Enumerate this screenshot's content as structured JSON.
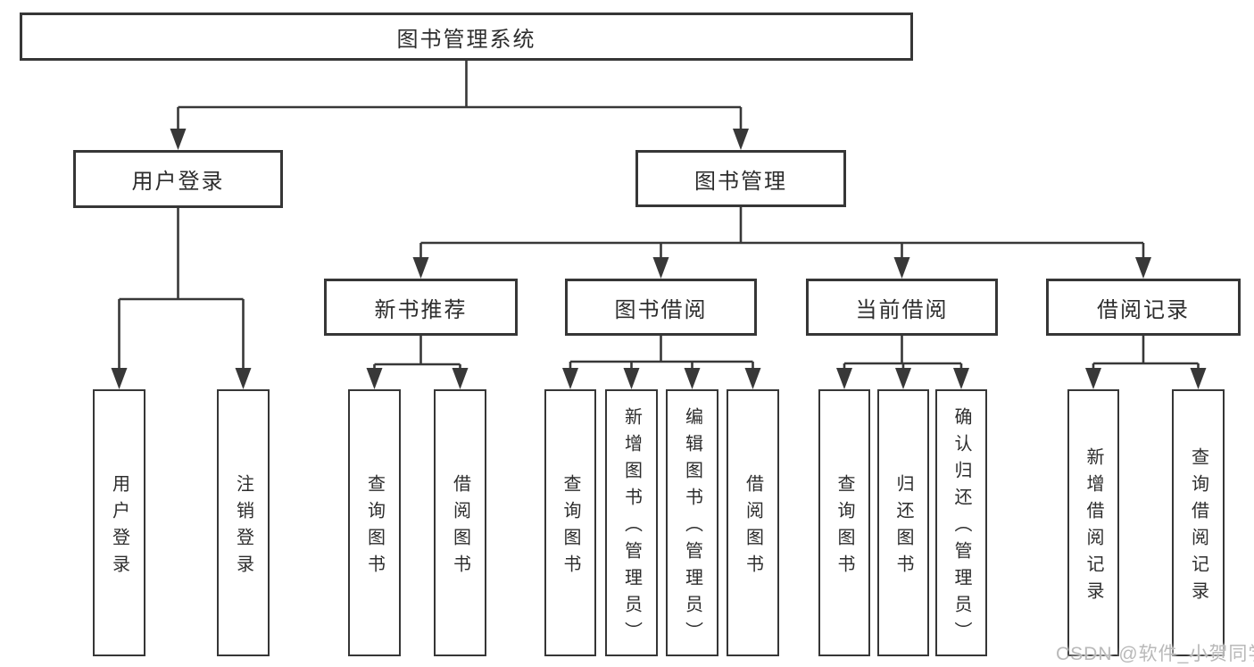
{
  "diagram": {
    "type": "hierarchy-tree",
    "colors": {
      "background": "#ffffff",
      "box_border": "#363636",
      "line": "#383838",
      "text": "#2d2d2d",
      "watermark": "#b9b9b9"
    },
    "tree": {
      "root": {
        "label": "图书管理系统",
        "children": [
          {
            "label": "用户登录",
            "children": [
              {
                "label": "用户登录"
              },
              {
                "label": "注销登录"
              }
            ]
          },
          {
            "label": "图书管理",
            "children": [
              {
                "label": "新书推荐",
                "children": [
                  {
                    "label": "查询图书"
                  },
                  {
                    "label": "借阅图书"
                  }
                ]
              },
              {
                "label": "图书借阅",
                "children": [
                  {
                    "label": "查询图书"
                  },
                  {
                    "label": "新增图书（管理员）"
                  },
                  {
                    "label": "编辑图书（管理员）"
                  },
                  {
                    "label": "借阅图书"
                  }
                ]
              },
              {
                "label": "当前借阅",
                "children": [
                  {
                    "label": "查询图书"
                  },
                  {
                    "label": "归还图书"
                  },
                  {
                    "label": "确认归还（管理员）"
                  }
                ]
              },
              {
                "label": "借阅记录",
                "children": [
                  {
                    "label": "新增借阅记录"
                  },
                  {
                    "label": "查询借阅记录"
                  }
                ]
              }
            ]
          }
        ]
      }
    }
  },
  "watermark": {
    "text": "CSDN @软件_小贺同学"
  }
}
